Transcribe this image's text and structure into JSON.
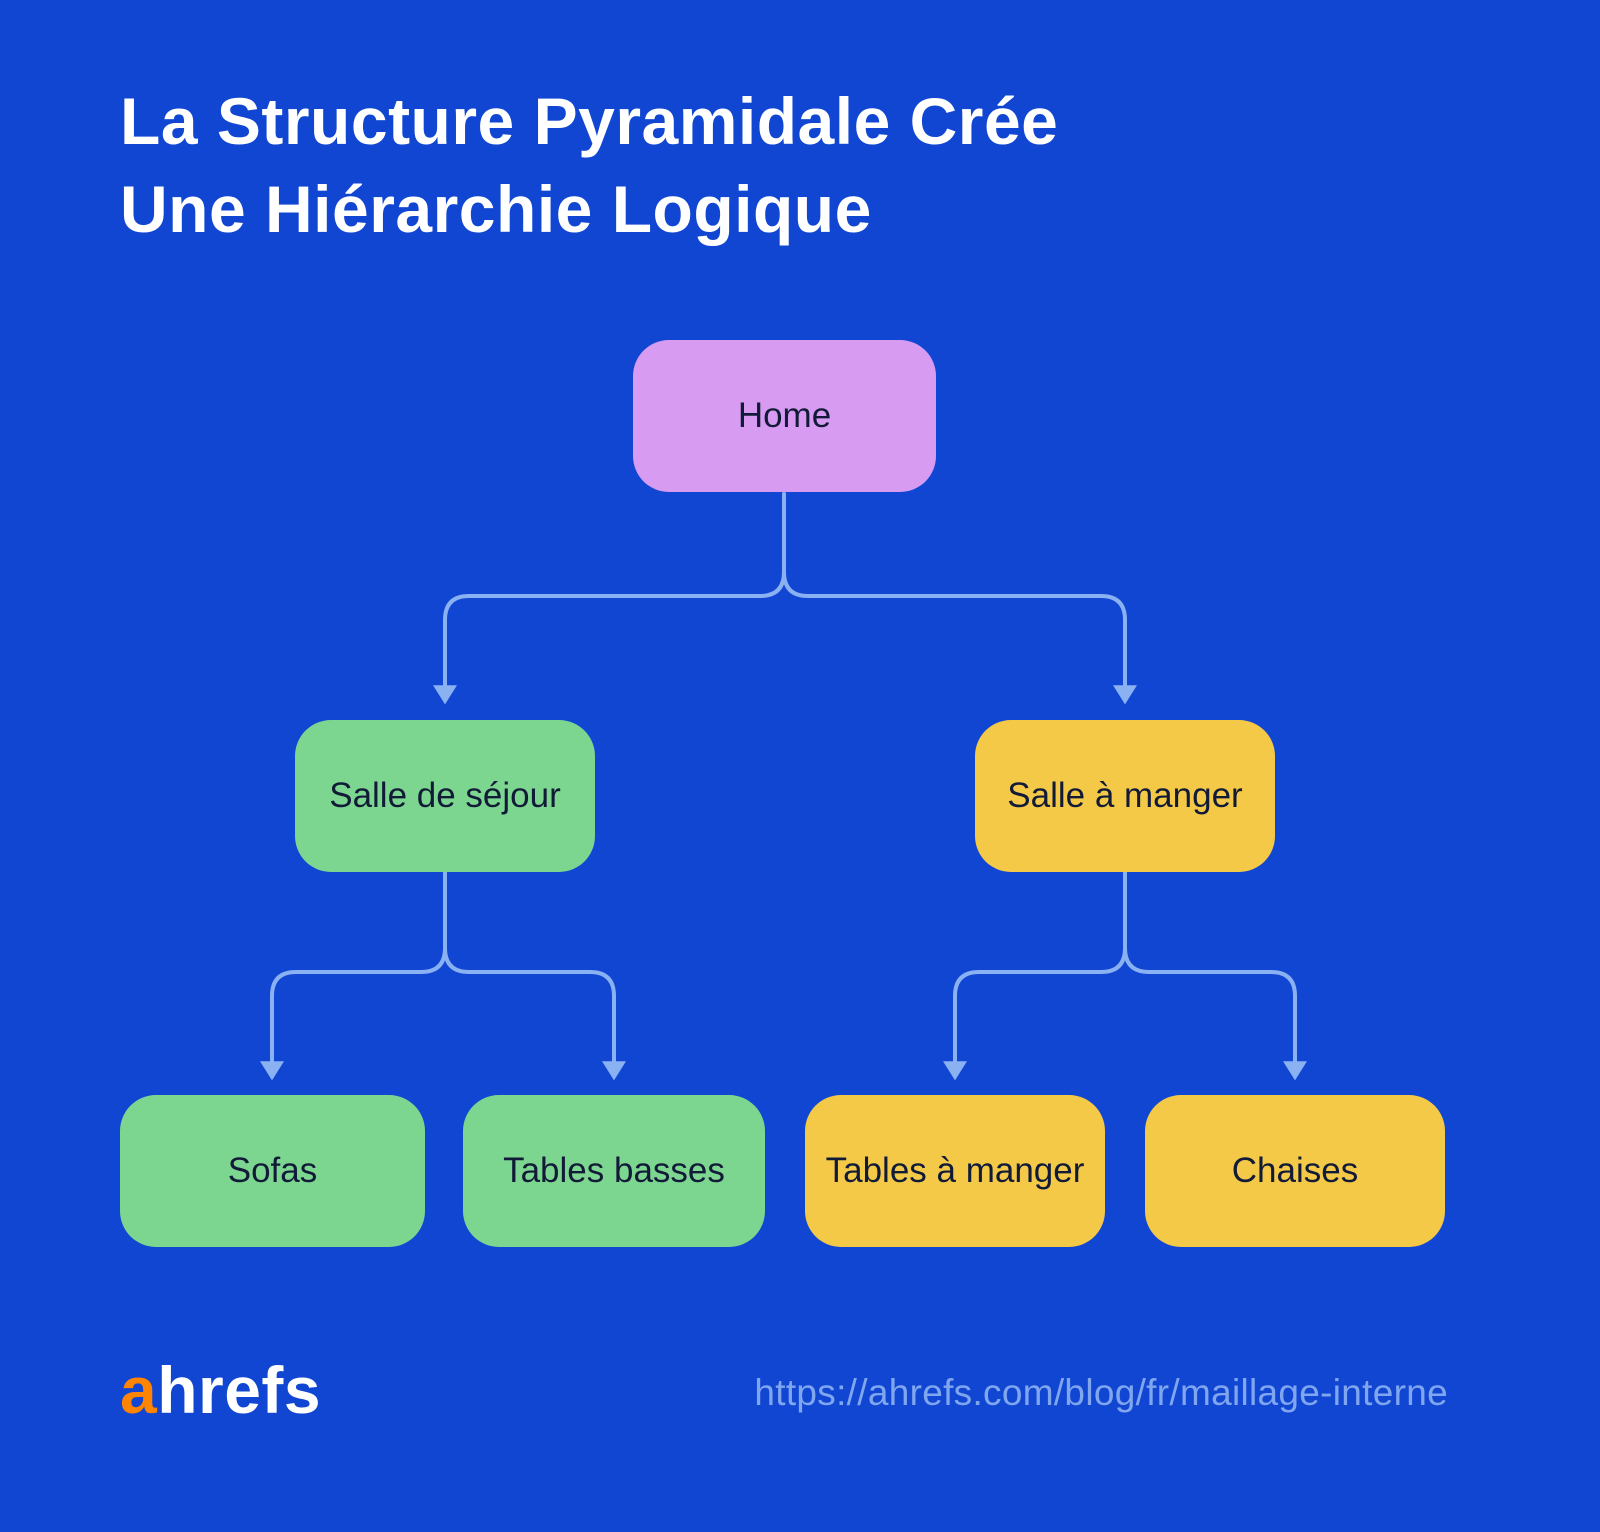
{
  "title": {
    "lines": [
      "La Structure Pyramidale Crée",
      "Une Hiérarchie Logique"
    ]
  },
  "diagram": {
    "nodes": {
      "home": {
        "label": "Home",
        "color": "#D89BF2"
      },
      "living_room": {
        "label": "Salle de séjour",
        "color": "#7DD68F"
      },
      "dining_room": {
        "label": "Salle à manger",
        "color": "#F4C947"
      },
      "sofas": {
        "label": "Sofas",
        "color": "#7DD68F"
      },
      "coffee_tables": {
        "label": "Tables basses",
        "color": "#7DD68F"
      },
      "dining_tables": {
        "label": "Tables à manger",
        "color": "#F4C947"
      },
      "chairs": {
        "label": "Chaises",
        "color": "#F4C947"
      }
    },
    "edges": [
      [
        "home",
        "living_room"
      ],
      [
        "home",
        "dining_room"
      ],
      [
        "living_room",
        "sofas"
      ],
      [
        "living_room",
        "coffee_tables"
      ],
      [
        "dining_room",
        "dining_tables"
      ],
      [
        "dining_room",
        "chairs"
      ]
    ],
    "connector_color": "#8AB1F2"
  },
  "footer": {
    "logo": {
      "a": "a",
      "rest": "hrefs"
    },
    "url": "https://ahrefs.com/blog/fr/maillage-interne"
  },
  "colors": {
    "background": "#1146D2",
    "title_text": "#FFFFFF",
    "node_text": "#111B38",
    "url_text": "#7FA6EF",
    "logo_orange": "#FF8402"
  }
}
